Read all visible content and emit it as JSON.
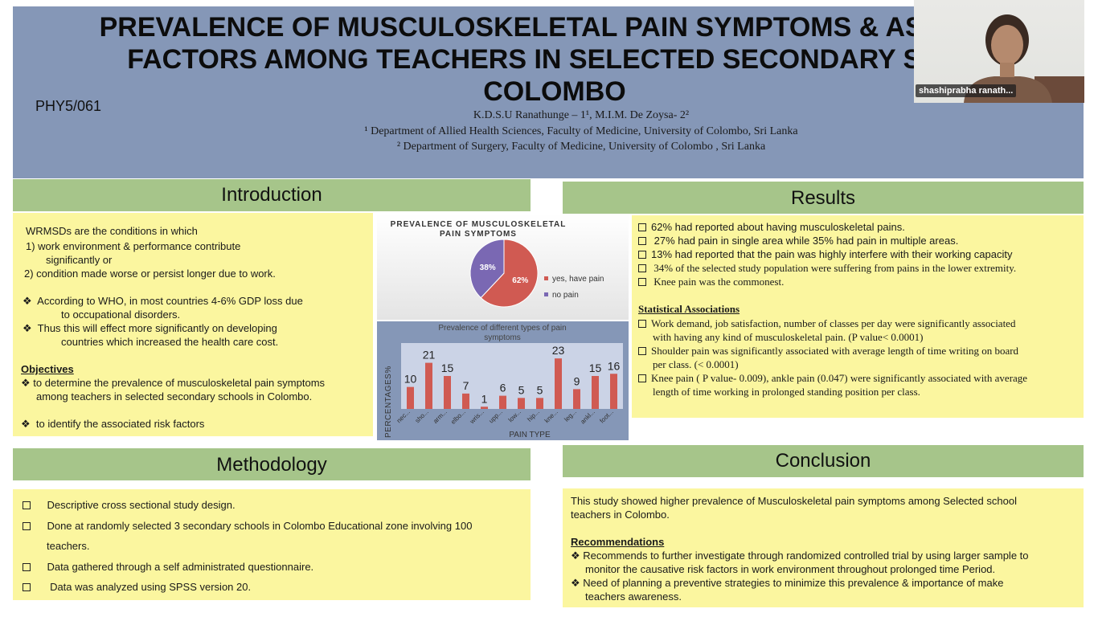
{
  "header": {
    "title_line1": "PREVALENCE OF MUSCULOSKELETAL PAIN SYMPTOMS & ASSOCIA",
    "title_line2": "FACTORS AMONG TEACHERS  IN SELECTED SECONDARY SCHO",
    "title_line3": "COLOMBO",
    "code": "PHY5/061",
    "authors": "K.D.S.U Ranathunge – 1¹,  M.I.M. De Zoysa-  2²",
    "affil1": "¹ Department of Allied Health Sciences, Faculty of Medicine, University of Colombo, Sri Lanka",
    "affil2": "² Department of Surgery, Faculty of Medicine, University of Colombo , Sri Lanka"
  },
  "video": {
    "participant_name": "shashiprabha ranath..."
  },
  "introduction": {
    "heading": "Introduction",
    "lines": [
      "WRMSDs are the conditions in which",
      "1) work environment & performance contribute",
      "significantly or",
      "2) condition made worse or persist longer due to work.",
      "According to WHO, in most countries 4-6% GDP loss due",
      "to occupational disorders.",
      "Thus this will effect more significantly on developing",
      "countries which increased the health care cost."
    ],
    "objectives_heading": "Objectives",
    "objective1_a": "to determine the prevalence of musculoskeletal pain symptoms",
    "objective1_b": "among teachers in selected secondary schools in Colombo.",
    "objective2": "to identify the associated risk factors"
  },
  "methodology": {
    "heading": "Methodology",
    "items": [
      "Descriptive cross sectional study design.",
      "Done at randomly selected 3 secondary  schools in Colombo Educational zone involving 100",
      "teachers.",
      "Data gathered through a self  administrated questionnaire.",
      "Data was analyzed using SPSS  version 20."
    ]
  },
  "results": {
    "heading": "Results",
    "items": [
      "62% had reported about having musculoskeletal pains.",
      "27% had pain in single area while 35% had pain in multiple areas.",
      "13% had reported that the pain was highly   interfere with their working capacity",
      "34% of the selected study population were suffering from pains in the lower extremity.",
      "Knee pain was the commonest."
    ],
    "stat_heading": "Statistical Associations",
    "stat1_a": "Work demand, job satisfaction, number of classes per day were significantly associated",
    "stat1_b": "with having any kind  of musculoskeletal pain. (P value< 0.0001)",
    "stat2_a": "Shoulder pain was significantly associated with  average length of time writing on board",
    "stat2_b": "per class. (< 0.0001)",
    "stat3_a": "Knee pain ( P value- 0.009), ankle pain (0.047) were significantly associated with average",
    "stat3_b": "length of time working in prolonged standing position per class."
  },
  "conclusion": {
    "heading": "Conclusion",
    "text_a": "This study showed higher prevalence of Musculoskeletal pain symptoms among Selected school",
    "text_b": "teachers in Colombo.",
    "rec_heading": "Recommendations",
    "rec1_a": "Recommends to further investigate through randomized controlled trial by using larger sample to",
    "rec1_b": "monitor the causative risk factors in work environment  throughout prolonged time Period.",
    "rec2_a": "Need of planning a preventive strategies to minimize this prevalence & importance of make",
    "rec2_b": "teachers awareness."
  },
  "chart_data": [
    {
      "type": "pie",
      "title_line1": "PREVALENCE OF MUSCULOSKELETAL",
      "title_line2": "PAIN SYMPTOMS",
      "labels": [
        "yes, have pain",
        "no pain"
      ],
      "values": [
        62,
        38
      ],
      "data_labels": [
        "62%",
        "38%"
      ],
      "colors": [
        "#d05a52",
        "#7a68b3"
      ],
      "legend_position": "right"
    },
    {
      "type": "bar",
      "title_line1": "Prevalence of different types of pain",
      "title_line2": "symptoms",
      "xlabel": "PAIN TYPE",
      "ylabel": "PERCENTAGES%",
      "categories": [
        "nec...",
        "sho...",
        "arm...",
        "elbo...",
        "wris...",
        "upp...",
        "low...",
        "hip...",
        "kne...",
        "leg...",
        "ankl...",
        "foot..."
      ],
      "values": [
        10,
        21,
        15,
        7,
        1,
        6,
        5,
        5,
        23,
        9,
        15,
        16
      ],
      "bar_color": "#d05a52",
      "ylim": [
        0,
        30
      ]
    }
  ]
}
